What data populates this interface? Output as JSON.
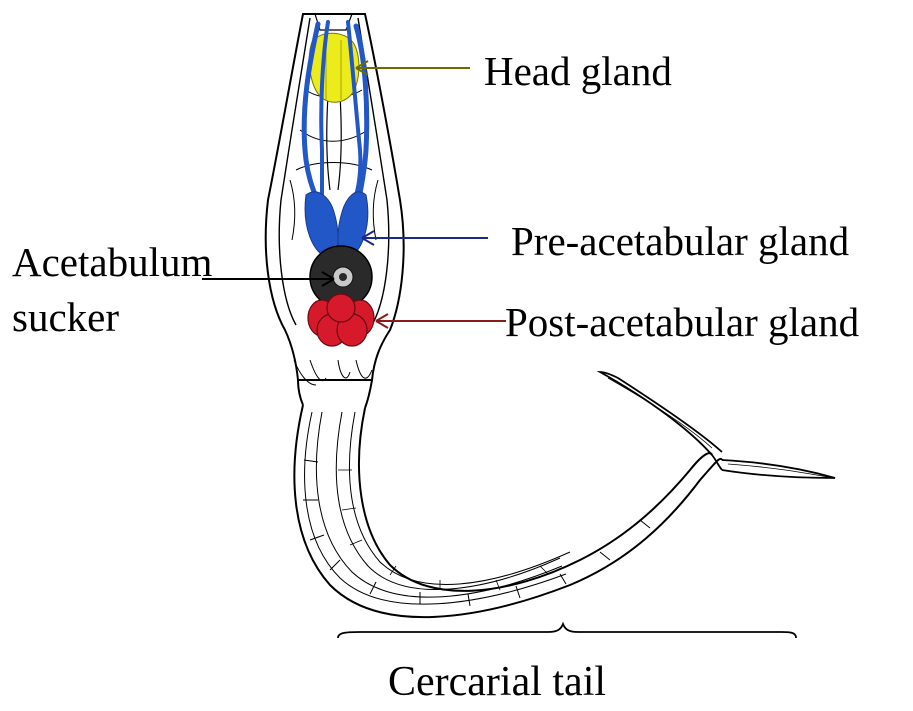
{
  "labels": {
    "head_gland": "Head gland",
    "pre_acetabular_gland": "Pre-acetabular gland",
    "post_acetabular_gland": "Post-acetabular gland",
    "acetabulum_line1": "Acetabulum",
    "acetabulum_line2": "sucker",
    "cercarial_tail": "Cercarial tail"
  },
  "colors": {
    "head_gland": "#ecec1c",
    "pre_acetabular_gland": "#2257c8",
    "post_acetabular_gland": "#d61a2b",
    "acetabulum": "#2a2a2a",
    "head_arrow": "#6b6b00",
    "pre_arrow": "#1a2a8c",
    "post_arrow": "#8b1a1a"
  }
}
